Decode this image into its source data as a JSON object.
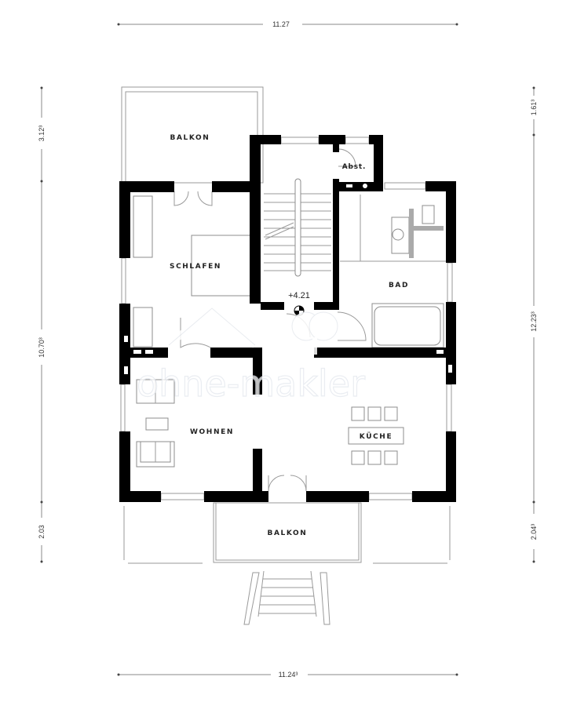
{
  "plan": {
    "dimensions": {
      "top_width": "11.27",
      "bottom_width": "11.24³",
      "left_top": "3.12³",
      "left_main": "10.70³",
      "left_bottom": "2.03",
      "right_top": "1.61³",
      "right_main": "12.23³",
      "right_bottom": "2.04³"
    },
    "rooms": {
      "balkon_top": "BALKON",
      "schlafen": "SCHLAFEN",
      "abst": "Abst.",
      "bad": "BAD",
      "wohnen": "WOHNEN",
      "kueche": "KÜCHE",
      "balkon_bottom": "BALKON"
    },
    "level_marker": "+4.21",
    "watermark": "ohne-makler"
  },
  "colors": {
    "wall": "#000000",
    "line": "#9a9a9a",
    "dimension": "#555555",
    "background": "#ffffff"
  }
}
